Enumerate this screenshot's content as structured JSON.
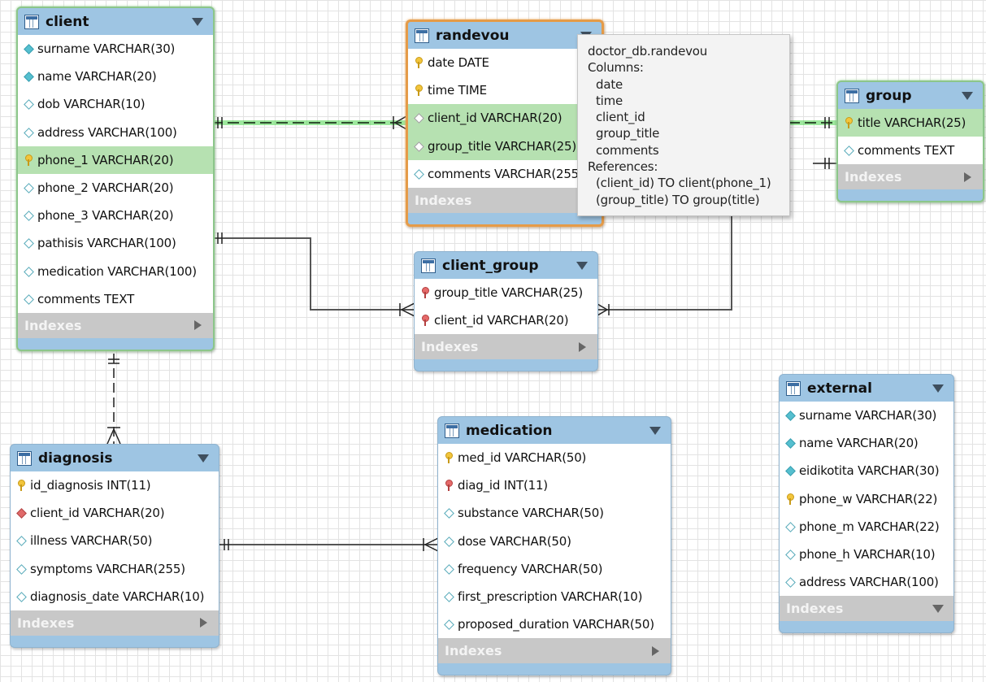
{
  "colors": {
    "header_blue": "#9ec5e3",
    "highlight_green": "#b6e1b1",
    "selected_green_border": "#8cc68a",
    "selected_orange_border": "#e59b48",
    "relationship_line": "#555555",
    "relationship_highlight": "#3bb83b",
    "indexes_bar": "#c8c8c8"
  },
  "tables": {
    "client": {
      "name": "client",
      "indexes": "Indexes",
      "columns": [
        {
          "text": "surname VARCHAR(30)",
          "icon": "diamond-filled-icon"
        },
        {
          "text": "name VARCHAR(20)",
          "icon": "diamond-filled-icon"
        },
        {
          "text": "dob VARCHAR(10)",
          "icon": "diamond-empty-icon"
        },
        {
          "text": "address VARCHAR(100)",
          "icon": "diamond-empty-icon"
        },
        {
          "text": "phone_1 VARCHAR(20)",
          "icon": "primary-key-icon"
        },
        {
          "text": "phone_2 VARCHAR(20)",
          "icon": "diamond-empty-icon"
        },
        {
          "text": "phone_3 VARCHAR(20)",
          "icon": "diamond-empty-icon"
        },
        {
          "text": "pathisis VARCHAR(100)",
          "icon": "diamond-empty-icon"
        },
        {
          "text": "medication VARCHAR(100)",
          "icon": "diamond-empty-icon"
        },
        {
          "text": "comments TEXT",
          "icon": "diamond-empty-icon"
        }
      ]
    },
    "randevou": {
      "name": "randevou",
      "indexes": "Indexes",
      "columns": [
        {
          "text": "date DATE",
          "icon": "primary-key-icon"
        },
        {
          "text": "time TIME",
          "icon": "primary-key-icon"
        },
        {
          "text": "client_id VARCHAR(20)",
          "icon": "foreign-key-icon"
        },
        {
          "text": "group_title VARCHAR(25)",
          "icon": "foreign-key-icon"
        },
        {
          "text": "comments VARCHAR(255)",
          "icon": "diamond-empty-icon"
        }
      ]
    },
    "group": {
      "name": "group",
      "indexes": "Indexes",
      "columns": [
        {
          "text": "title VARCHAR(25)",
          "icon": "primary-key-icon"
        },
        {
          "text": "comments TEXT",
          "icon": "diamond-empty-icon"
        }
      ]
    },
    "client_group": {
      "name": "client_group",
      "indexes": "Indexes",
      "columns": [
        {
          "text": "group_title VARCHAR(25)",
          "icon": "primary-foreign-key-icon"
        },
        {
          "text": "client_id VARCHAR(20)",
          "icon": "primary-foreign-key-icon"
        }
      ]
    },
    "diagnosis": {
      "name": "diagnosis",
      "indexes": "Indexes",
      "columns": [
        {
          "text": "id_diagnosis INT(11)",
          "icon": "primary-key-icon"
        },
        {
          "text": "client_id VARCHAR(20)",
          "icon": "foreign-key-red-icon"
        },
        {
          "text": "illness VARCHAR(50)",
          "icon": "diamond-empty-icon"
        },
        {
          "text": "symptoms VARCHAR(255)",
          "icon": "diamond-empty-icon"
        },
        {
          "text": "diagnosis_date VARCHAR(10)",
          "icon": "diamond-empty-icon"
        }
      ]
    },
    "medication": {
      "name": "medication",
      "indexes": "Indexes",
      "columns": [
        {
          "text": "med_id VARCHAR(50)",
          "icon": "primary-key-icon"
        },
        {
          "text": "diag_id INT(11)",
          "icon": "primary-foreign-key-icon"
        },
        {
          "text": "substance VARCHAR(50)",
          "icon": "diamond-empty-icon"
        },
        {
          "text": "dose VARCHAR(50)",
          "icon": "diamond-empty-icon"
        },
        {
          "text": "frequency VARCHAR(50)",
          "icon": "diamond-empty-icon"
        },
        {
          "text": "first_prescription VARCHAR(10)",
          "icon": "diamond-empty-icon"
        },
        {
          "text": "proposed_duration VARCHAR(50)",
          "icon": "diamond-empty-icon"
        }
      ]
    },
    "external": {
      "name": "external",
      "indexes": "Indexes",
      "columns": [
        {
          "text": "surname VARCHAR(30)",
          "icon": "diamond-filled-icon"
        },
        {
          "text": "name VARCHAR(20)",
          "icon": "diamond-filled-icon"
        },
        {
          "text": "eidikotita VARCHAR(30)",
          "icon": "diamond-filled-icon"
        },
        {
          "text": "phone_w VARCHAR(22)",
          "icon": "primary-key-icon"
        },
        {
          "text": "phone_m VARCHAR(22)",
          "icon": "diamond-empty-icon"
        },
        {
          "text": "phone_h VARCHAR(10)",
          "icon": "diamond-empty-icon"
        },
        {
          "text": "address VARCHAR(100)",
          "icon": "diamond-empty-icon"
        }
      ]
    }
  },
  "tooltip": {
    "title": "doctor_db.randevou",
    "columns_label": "Columns:",
    "columns": [
      "date",
      "time",
      "client_id",
      "group_title",
      "comments"
    ],
    "references_label": "References:",
    "references": [
      "(client_id) TO client(phone_1)",
      "(group_title) TO group(title)"
    ]
  }
}
